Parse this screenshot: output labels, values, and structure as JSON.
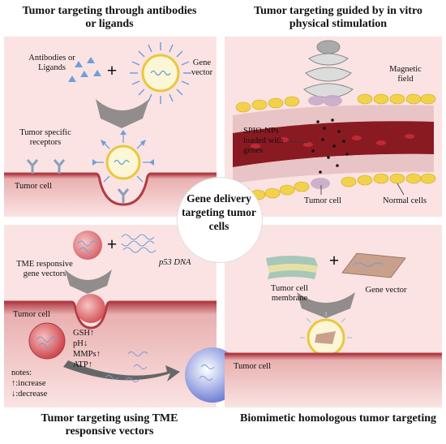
{
  "titles": {
    "top_left": "Tumor targeting through antibodies or ligands",
    "top_right": "Tumor targeting guided by in vitro physical stimulation",
    "bottom_left": "Tumor targeting using TME responsive vectors",
    "bottom_right": "Biomimetic homologous tumor targeting",
    "center": "Gene delivery targeting tumor cells"
  },
  "panel_tl": {
    "antibodies": "Antibodies or Ligands",
    "plus": "+",
    "gene_vector": "Gene vector",
    "receptors": "Tumor specific receptors",
    "tumor_cell": "Tumor cell"
  },
  "panel_tr": {
    "magnetic": "Magnetic field",
    "spio": "SPIO-NPs loaded with genes",
    "tumor_cell": "Tumor cell",
    "normal_cells": "Normal cells"
  },
  "panel_bl": {
    "tme": "TME responsive gene vectors",
    "plus": "+",
    "p53": "p53 DNA",
    "tumor_cell": "Tumor cell",
    "stimuli": "GSH↑ pH↓ MMPs↑ ATP↑",
    "notes_title": "notes:",
    "notes_inc": "↑:increase",
    "notes_dec": "↓:decrease"
  },
  "panel_br": {
    "membrane": "Tumor cell membrane",
    "plus": "+",
    "gene_vector": "Gene vector",
    "tumor_cell": "Tumor cell"
  },
  "colors": {
    "panel_bg": "#fbe3e3",
    "tissue": "#b03c44",
    "receptor": "#8aa0b8",
    "vessel": "#8a1a22",
    "normal_cell": "#f2d24a",
    "ligand": "#6f9fd8"
  }
}
